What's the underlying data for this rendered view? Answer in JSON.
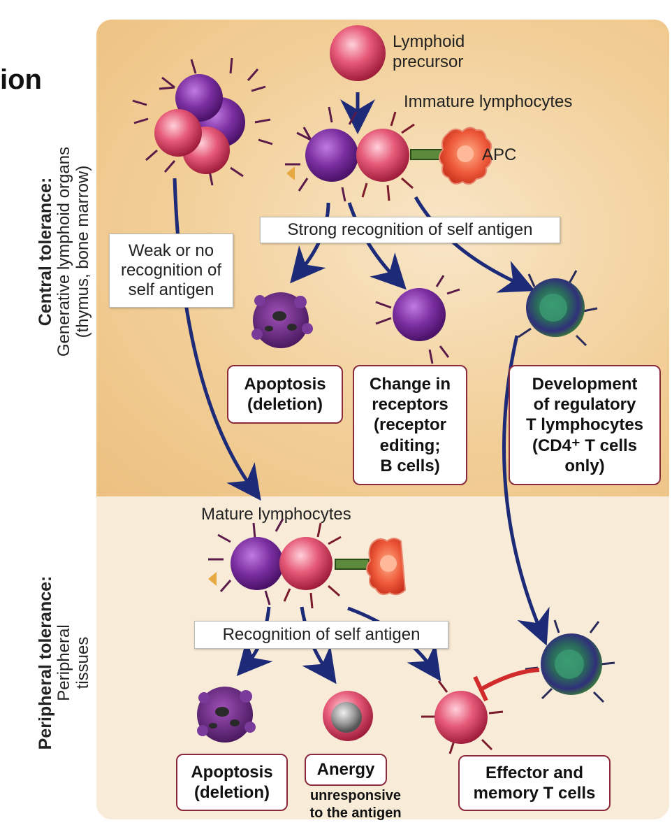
{
  "page_title_fragment": "ion",
  "sections": {
    "central": {
      "title": "Central tolerance:",
      "subtitle_line1": "Generative lymphoid organs",
      "subtitle_line2": "(thymus, bone marrow)"
    },
    "peripheral": {
      "title": "Peripheral tolerance:",
      "subtitle_line1": "Peripheral",
      "subtitle_line2": "tissues"
    }
  },
  "labels": {
    "lymphoid_precursor_line1": "Lymphoid",
    "lymphoid_precursor_line2": "precursor",
    "immature_lymphocytes": "Immature lymphocytes",
    "apc": "APC",
    "mature_lymphocytes": "Mature lymphocytes"
  },
  "banners": {
    "strong_recognition": "Strong recognition of self antigen",
    "weak_recognition_line1": "Weak or no",
    "weak_recognition_line2": "recognition of",
    "weak_recognition_line3": "self antigen",
    "recognition": "Recognition of self antigen"
  },
  "central_outcomes": [
    {
      "lines": [
        "Apoptosis",
        "(deletion)"
      ]
    },
    {
      "lines": [
        "Change in",
        "receptors",
        "(receptor",
        "editing;",
        "B cells)"
      ]
    },
    {
      "lines": [
        "Development",
        "of regulatory",
        "T lymphocytes",
        "(CD4⁺ T cells",
        "only)"
      ]
    }
  ],
  "peripheral_outcomes": [
    {
      "lines": [
        "Apoptosis",
        "(deletion)"
      ]
    },
    {
      "lines": [
        "Anergy"
      ]
    },
    {
      "lines": [
        "Effector and",
        "memory T cells"
      ]
    }
  ],
  "anergy_note_line1": "unresponsive",
  "anergy_note_line2": "to the antigen",
  "colors": {
    "central_panel": "#f2cf98",
    "peripheral_panel": "#f8ecd8",
    "arrow": "#1c2a78",
    "inhibit": "#d22b2b",
    "box_border": "#8b2a3c",
    "b_cell": "#7a2fa0",
    "t_cell": "#e0506e",
    "apc": "#ee5a3a",
    "treg": "#2f7d5a"
  }
}
